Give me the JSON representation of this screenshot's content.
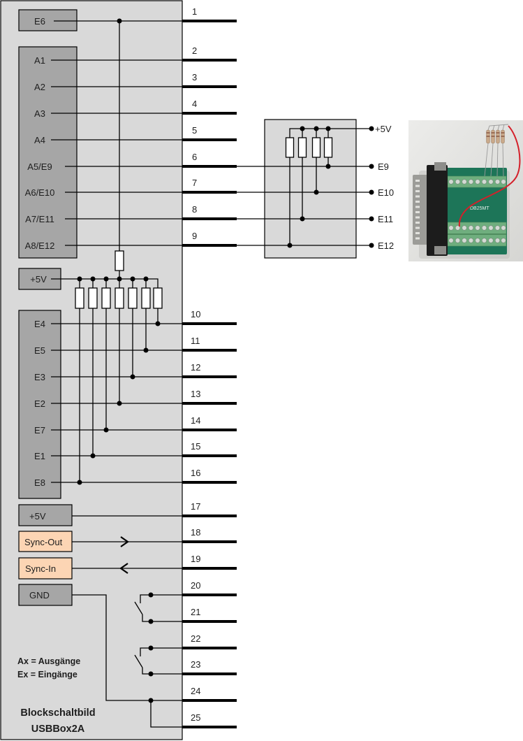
{
  "colors": {
    "panel": "#d9d9d9",
    "module": "#a6a6a6",
    "sync": "#fcd5b4",
    "adapter_panel": "#d9d9d9"
  },
  "diagram": {
    "title_line1": "Blockschaltbild",
    "title_line2": "USBBox2A",
    "legend": [
      "Ax = Ausgänge",
      "Ex = Eingänge"
    ],
    "pins": [
      "1",
      "2",
      "3",
      "4",
      "5",
      "6",
      "7",
      "8",
      "9",
      "10",
      "11",
      "12",
      "13",
      "14",
      "15",
      "16",
      "17",
      "18",
      "19",
      "20",
      "21",
      "22",
      "23",
      "24",
      "25"
    ],
    "signals": {
      "e6": "E6",
      "outputs": [
        "A1",
        "A2",
        "A3",
        "A4",
        "A5/E9",
        "A6/E10",
        "A7/E11",
        "A8/E12"
      ],
      "supply1": "+5V",
      "inputs": [
        "E4",
        "E5",
        "E3",
        "E2",
        "E7",
        "E1",
        "E8"
      ],
      "supply2": "+5V",
      "sync_out": "Sync-Out",
      "sync_in": "Sync-In",
      "gnd": "GND"
    },
    "adapter": {
      "supply": "+5V",
      "outputs": [
        "E9",
        "E10",
        "E11",
        "E12"
      ]
    },
    "photo": {
      "board_label": "DB25MT"
    }
  }
}
